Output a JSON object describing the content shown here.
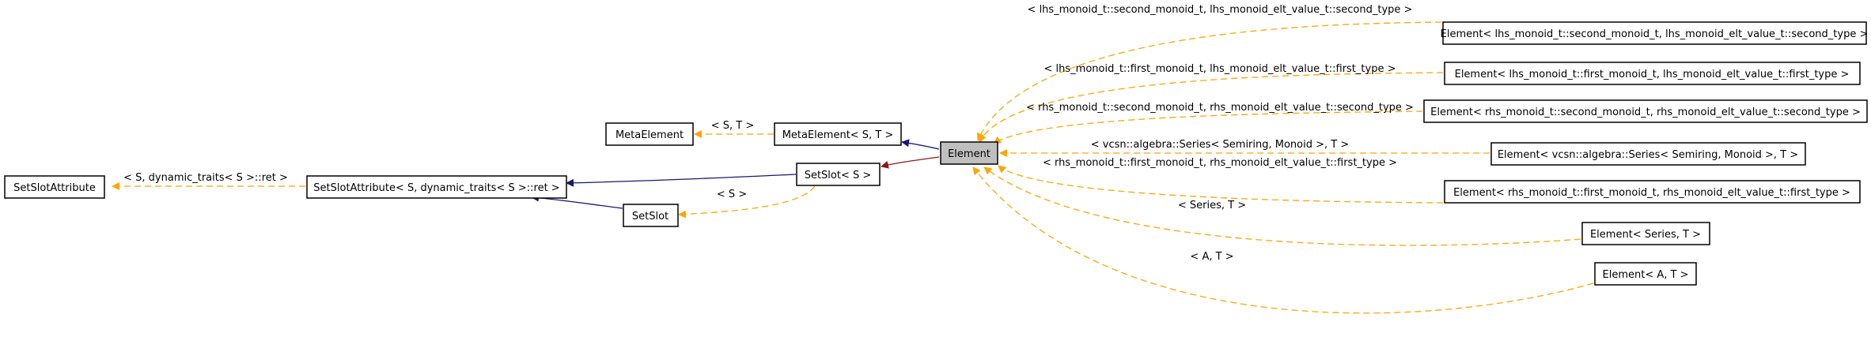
{
  "colors": {
    "template_edge": "#ffa500",
    "inherit_edge": "#191970",
    "private_edge": "#8b1a1a",
    "active_node_fill": "#bfbfbf"
  },
  "nodes": {
    "set_slot_attribute": "SetSlotAttribute",
    "set_slot_attribute_s_dyn": "SetSlotAttribute< S, dynamic_traits< S >::ret >",
    "meta_element": "MetaElement",
    "meta_element_s_t": "MetaElement< S, T >",
    "set_slot_s": "SetSlot< S >",
    "set_slot": "SetSlot",
    "element": "Element",
    "element_lhs_second": "Element< lhs_monoid_t::second_monoid_t, lhs_monoid_elt_value_t::second_type >",
    "element_lhs_first": "Element< lhs_monoid_t::first_monoid_t, lhs_monoid_elt_value_t::first_type >",
    "element_rhs_second": "Element< rhs_monoid_t::second_monoid_t, rhs_monoid_elt_value_t::second_type >",
    "element_vcsn_series": "Element< vcsn::algebra::Series< Semiring, Monoid >, T >",
    "element_rhs_first": "Element< rhs_monoid_t::first_monoid_t, rhs_monoid_elt_value_t::first_type >",
    "element_series_t": "Element< Series, T >",
    "element_a_t": "Element< A, T >"
  },
  "edge_labels": {
    "s_dynamic_traits": "< S, dynamic_traits< S >::ret >",
    "s_t": "< S, T >",
    "s": "< S >",
    "lhs_second": "< lhs_monoid_t::second_monoid_t, lhs_monoid_elt_value_t::second_type >",
    "lhs_first": "< lhs_monoid_t::first_monoid_t, lhs_monoid_elt_value_t::first_type >",
    "rhs_second": "< rhs_monoid_t::second_monoid_t, rhs_monoid_elt_value_t::second_type >",
    "vcsn_series": "< vcsn::algebra::Series< Semiring, Monoid >, T >",
    "rhs_first": "< rhs_monoid_t::first_monoid_t, rhs_monoid_elt_value_t::first_type >",
    "series_t": "< Series, T >",
    "a_t": "< A, T >"
  }
}
